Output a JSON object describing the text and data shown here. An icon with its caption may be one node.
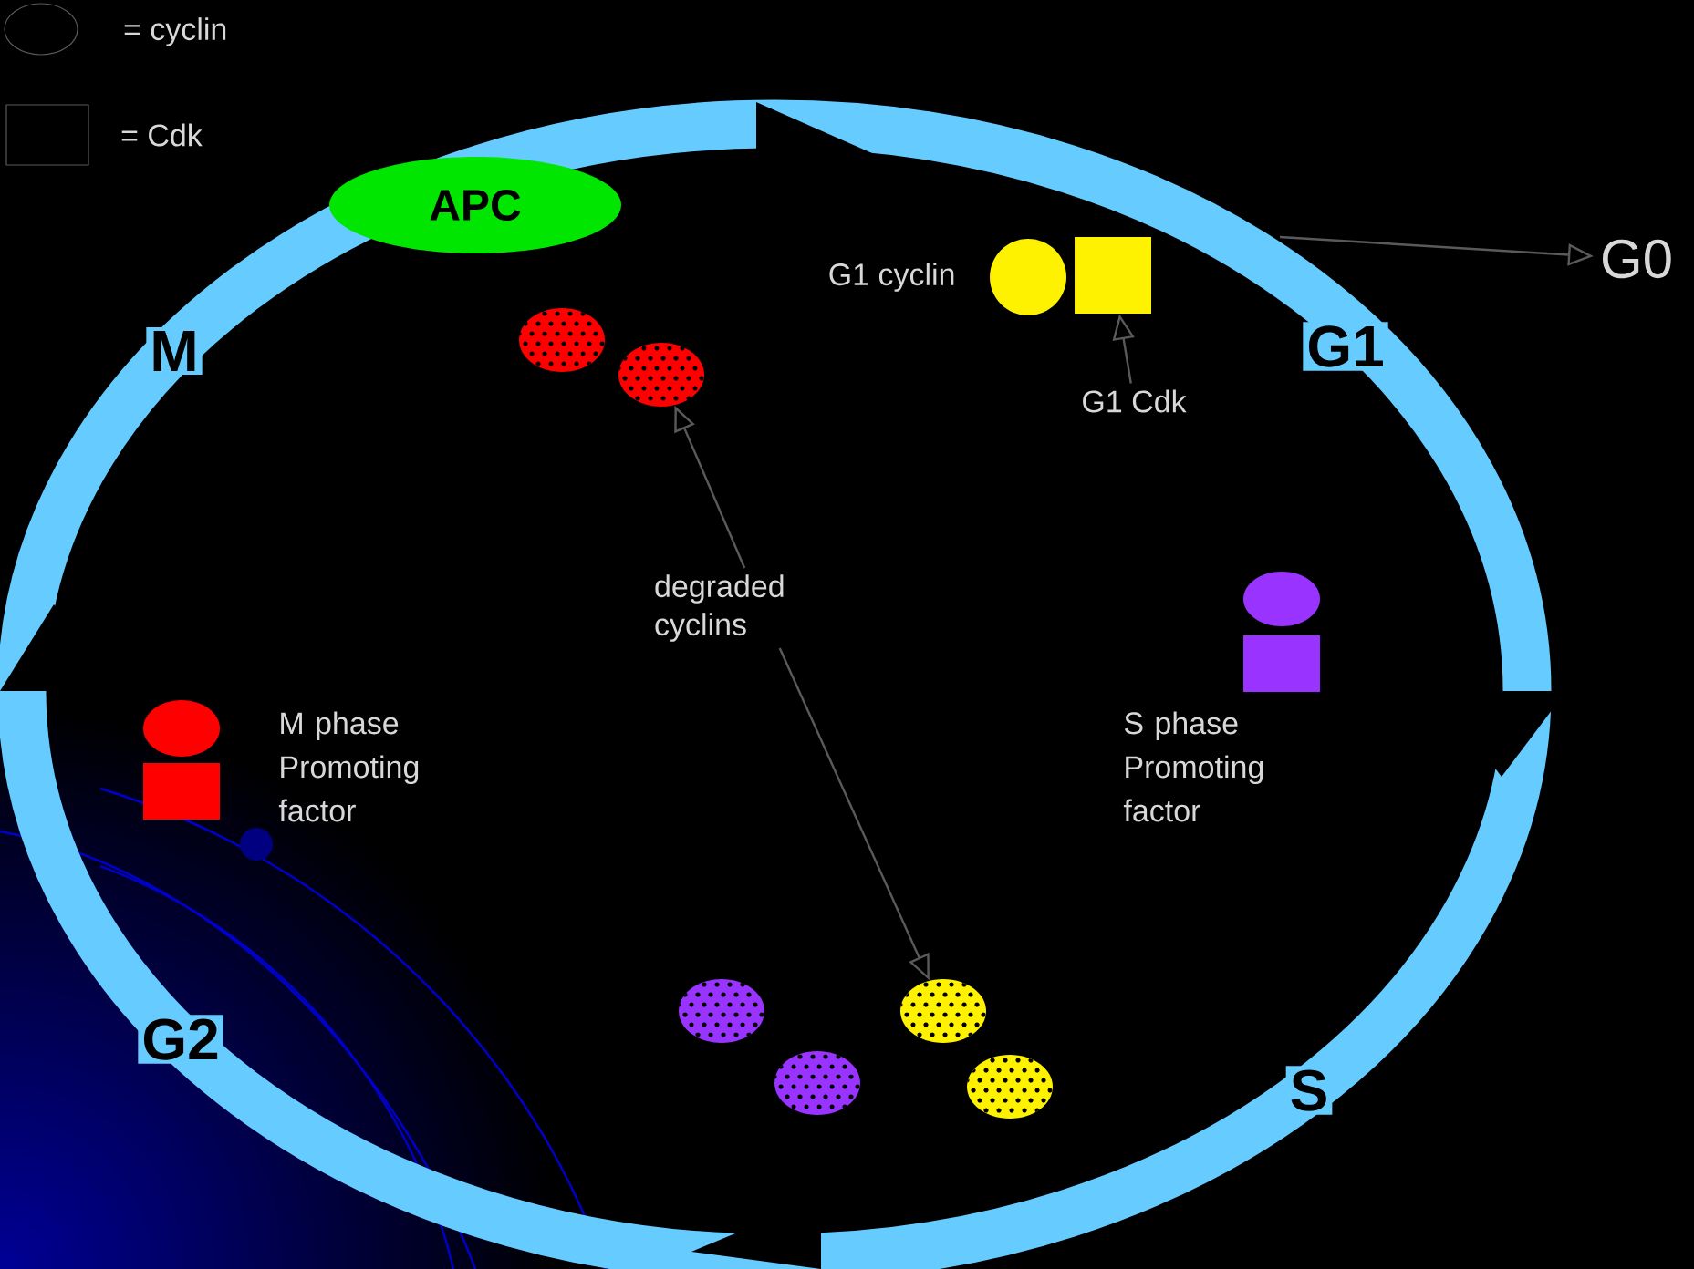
{
  "diagram": {
    "nodes": [
      {
        "text": [
          "APC"
        ]
      },
      {
        "text": [],
        "shape": "circle",
        "beside": [
          "G1 cyclin"
        ]
      },
      {
        "text": [],
        "shape": "box"
      },
      {
        "text": [
          "G1 Cdk"
        ]
      },
      {
        "text": [
          "G0"
        ]
      },
      {
        "text": [],
        "shape": "circle"
      },
      {
        "text": [],
        "shape": "circle"
      },
      {
        "text": [
          "degraded cyclins"
        ]
      },
      {
        "text": [],
        "shape": "circle"
      },
      {
        "text": [],
        "shape": "circle"
      },
      {
        "text": [],
        "shape": "circle"
      },
      {
        "text": [],
        "shape": "circle"
      },
      {
        "text": [],
        "shape": "circle"
      },
      {
        "text": [],
        "shape": "box"
      },
      {
        "text": [],
        "shape": "circle"
      },
      {
        "text": [],
        "shape": "box"
      }
    ],
    "edges": [
      {
        "from": 3,
        "to": 2,
        "arrow": "to"
      },
      {
        "from": null,
        "to": 4,
        "arrow": "to"
      },
      {
        "from": 7,
        "to": 6,
        "arrow": "to"
      },
      {
        "from": 7,
        "to": 10,
        "arrow": "to"
      }
    ],
    "labels": [
      "M",
      "G1",
      "M phase Promoting factor",
      "S phase Promoting factor",
      "G2",
      "S"
    ],
    "legend": [
      {
        "text": "= cyclin"
      },
      {
        "text": "= Cdk"
      }
    ]
  }
}
